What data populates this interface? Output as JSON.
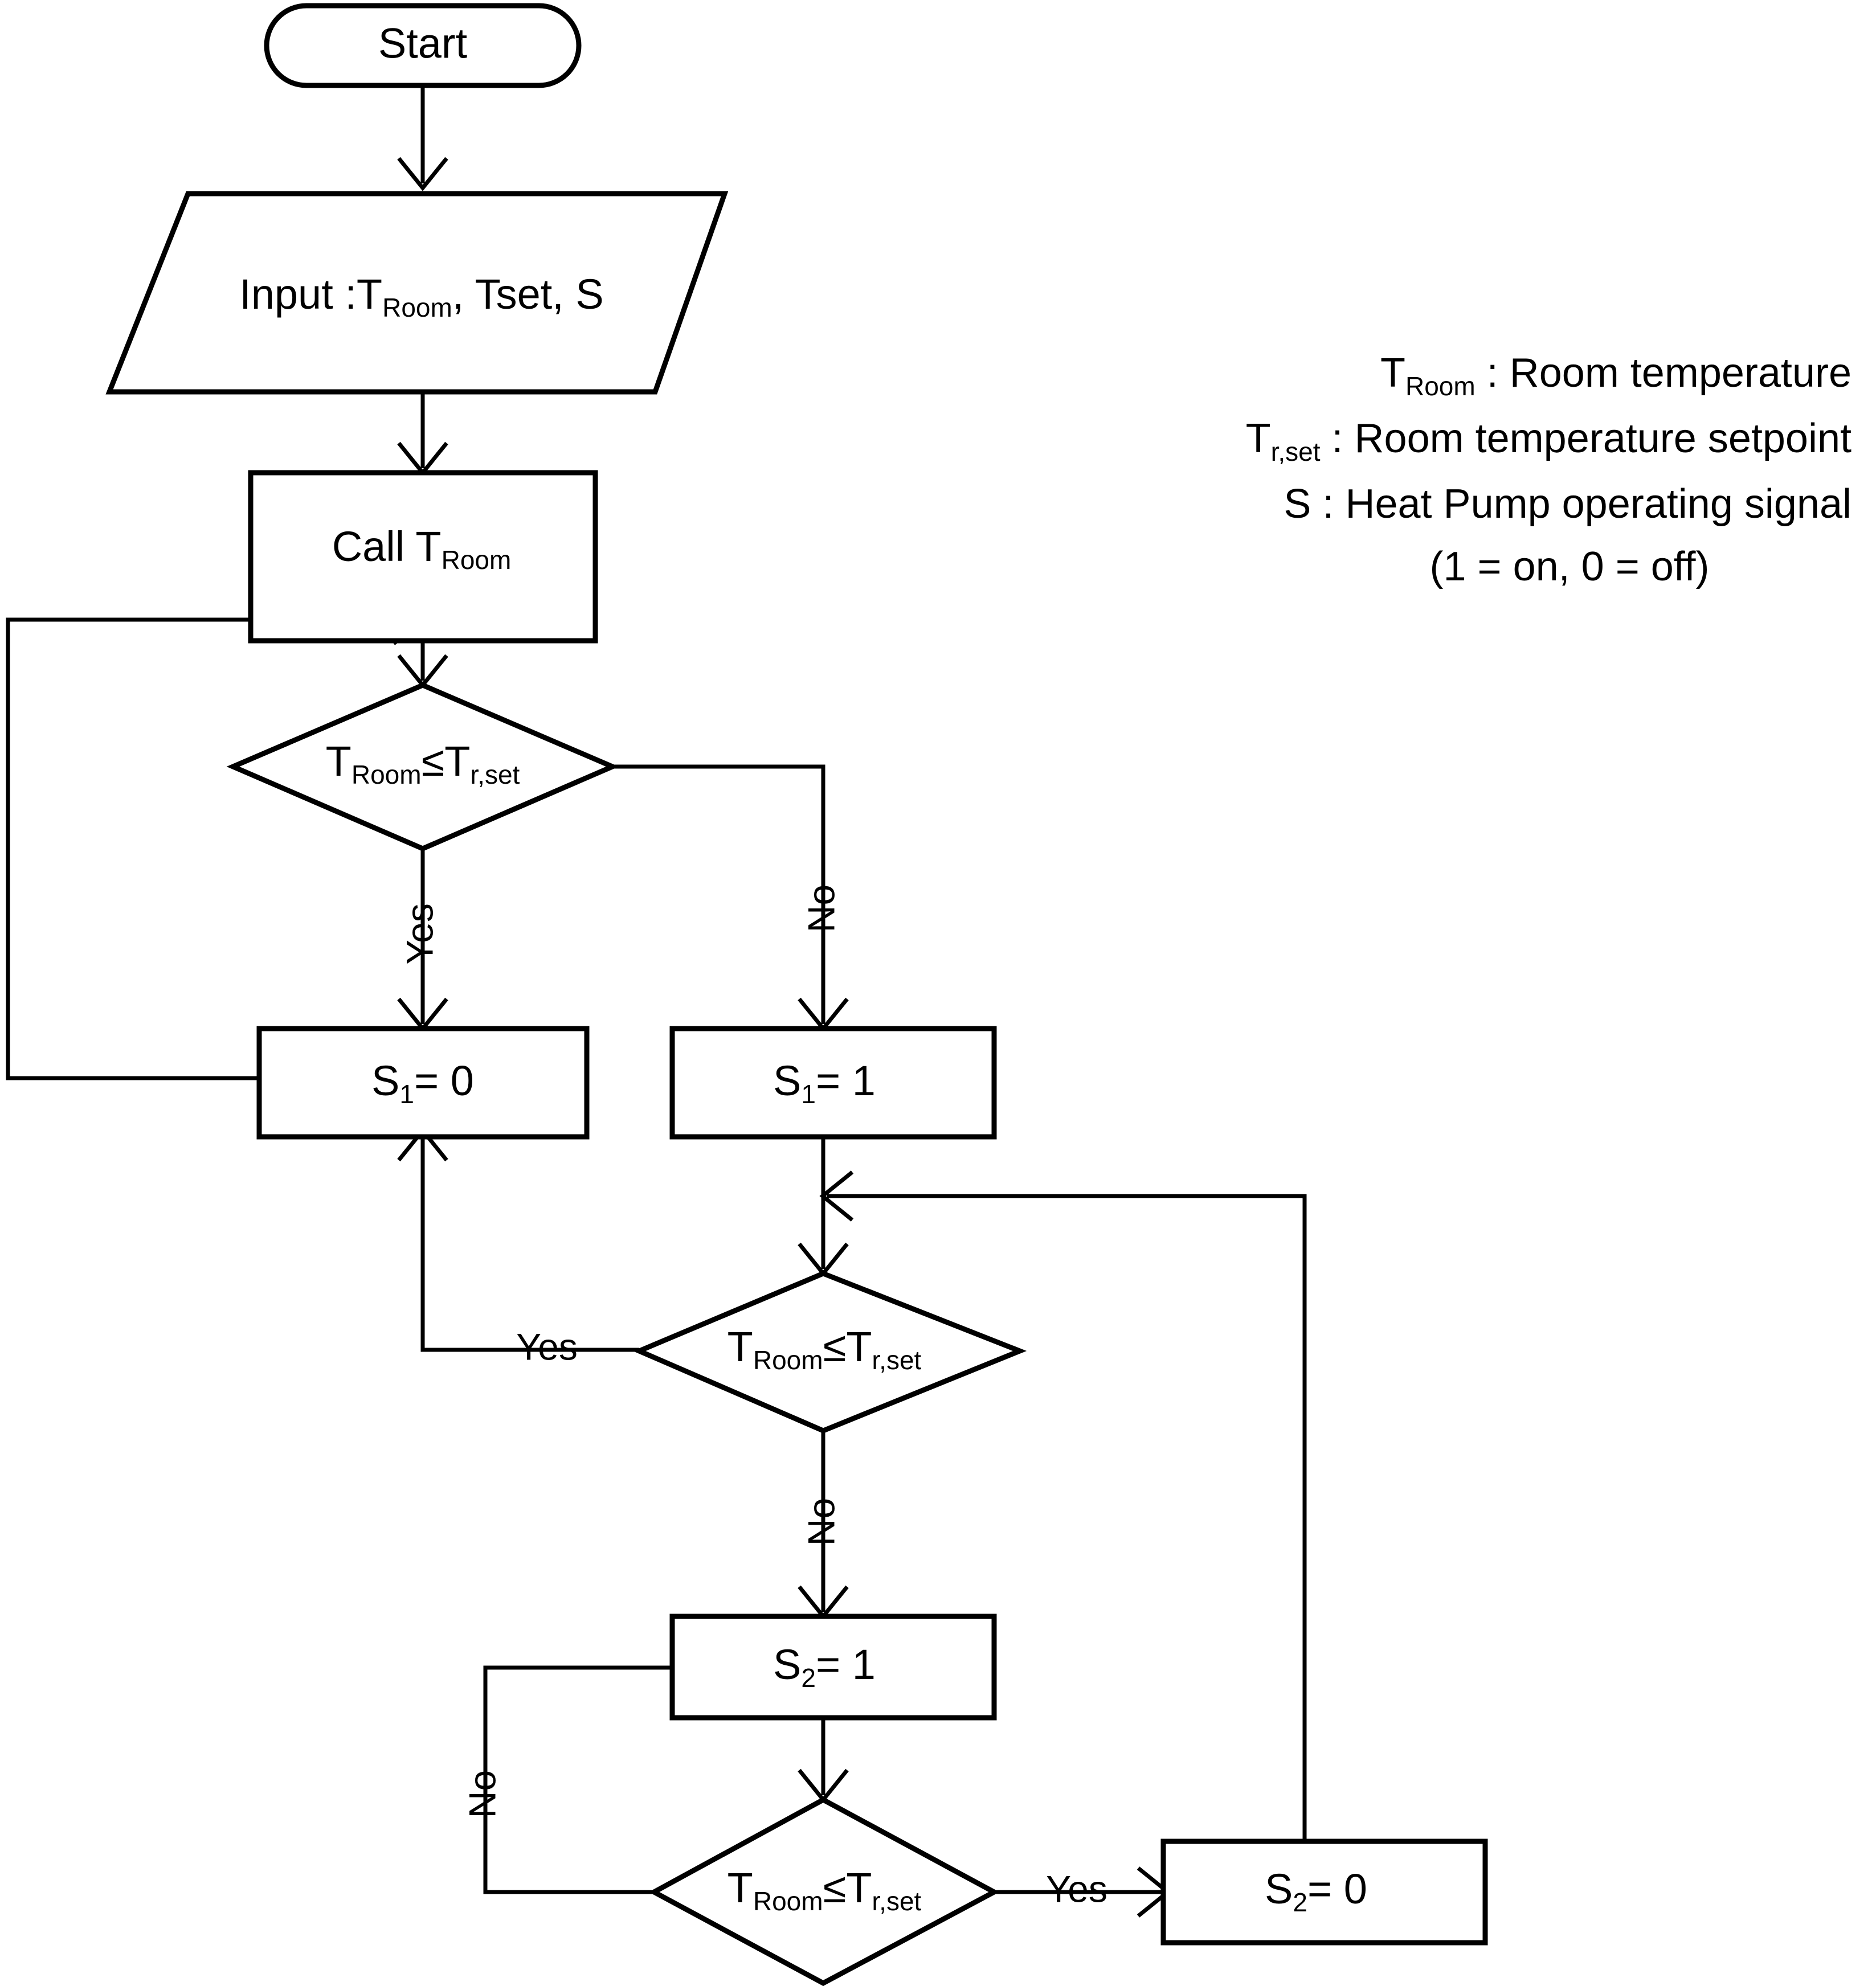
{
  "diagram": {
    "title": "Heat pump control flowchart",
    "background_color": "#ffffff",
    "line_color": "#000000"
  },
  "nodes": {
    "start": {
      "label": "Start",
      "shape": "terminator"
    },
    "input": {
      "prefix": "Input  :T",
      "sub1": "Room",
      "mid": ",  Tset,  S",
      "shape": "parallelogram"
    },
    "call": {
      "prefix": "Call  T",
      "sub1": "Room",
      "shape": "process"
    },
    "decision1": {
      "lhs": "T",
      "lhs_sub": "Room",
      "op": "≤",
      "rhs": "T",
      "rhs_sub": "r,set",
      "shape": "decision"
    },
    "decision2": {
      "lhs": "T",
      "lhs_sub": "Room",
      "op": "≤",
      "rhs": "T",
      "rhs_sub": "r,set",
      "shape": "decision"
    },
    "decision3": {
      "lhs": "T",
      "lhs_sub": "Room",
      "op": "≤",
      "rhs": "T",
      "rhs_sub": "r,set",
      "shape": "decision"
    },
    "s1_zero": {
      "var": "S",
      "sub": "1",
      "eq": "=  0",
      "shape": "process"
    },
    "s1_one": {
      "var": "S",
      "sub": "1",
      "eq": "=  1",
      "shape": "process"
    },
    "s2_one": {
      "var": "S",
      "sub": "2",
      "eq": "=  1",
      "shape": "process"
    },
    "s2_zero": {
      "var": "S",
      "sub": "2",
      "eq": "=  0",
      "shape": "process"
    }
  },
  "edge_labels": {
    "d1_yes": "Yes",
    "d1_no": "No",
    "d2_yes": "Yes",
    "d2_no": "No",
    "d3_yes": "Yes",
    "d3_no": "No"
  },
  "legend": {
    "line1_sym": "T",
    "line1_sub": "Room",
    "line1_text": " : Room temperature",
    "line2_sym": "T",
    "line2_sub": "r,set",
    "line2_text": " : Room temperature setpoint",
    "line3_text": "S : Heat Pump operating signal",
    "line4_text": "(1 = on, 0 = off)"
  }
}
